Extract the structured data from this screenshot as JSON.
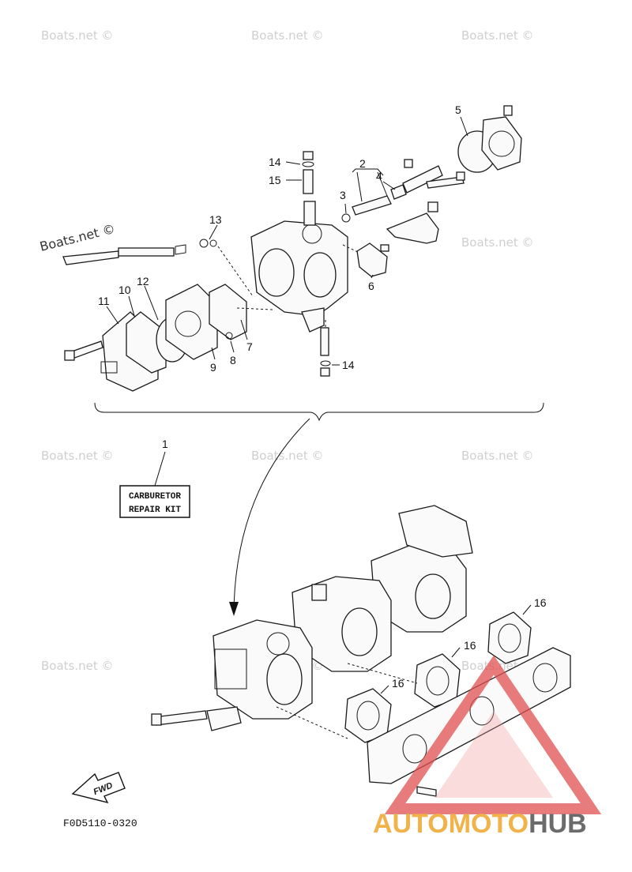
{
  "watermark_text": "Boats.net ©",
  "callouts": {
    "n1": "1",
    "n2": "2",
    "n3": "3",
    "n4": "4",
    "n5": "5",
    "n6": "6",
    "n7": "7",
    "n8": "8",
    "n9": "9",
    "n10": "10",
    "n11": "11",
    "n12": "12",
    "n13": "13",
    "n14a": "14",
    "n14b": "14",
    "n15": "15",
    "n16a": "16",
    "n16b": "16",
    "n16c": "16"
  },
  "repair_kit": {
    "line1": "CARBURETOR",
    "line2": "REPAIR KIT"
  },
  "fwd_label": "FWD",
  "figure_code": "F0D5110-0320",
  "logo": {
    "part1": "AUTOMOTO",
    "part2": "HUB",
    "accent_color": "#f2b24a",
    "gray_color": "#6b6b6b",
    "triangle_color": "#e05050"
  }
}
